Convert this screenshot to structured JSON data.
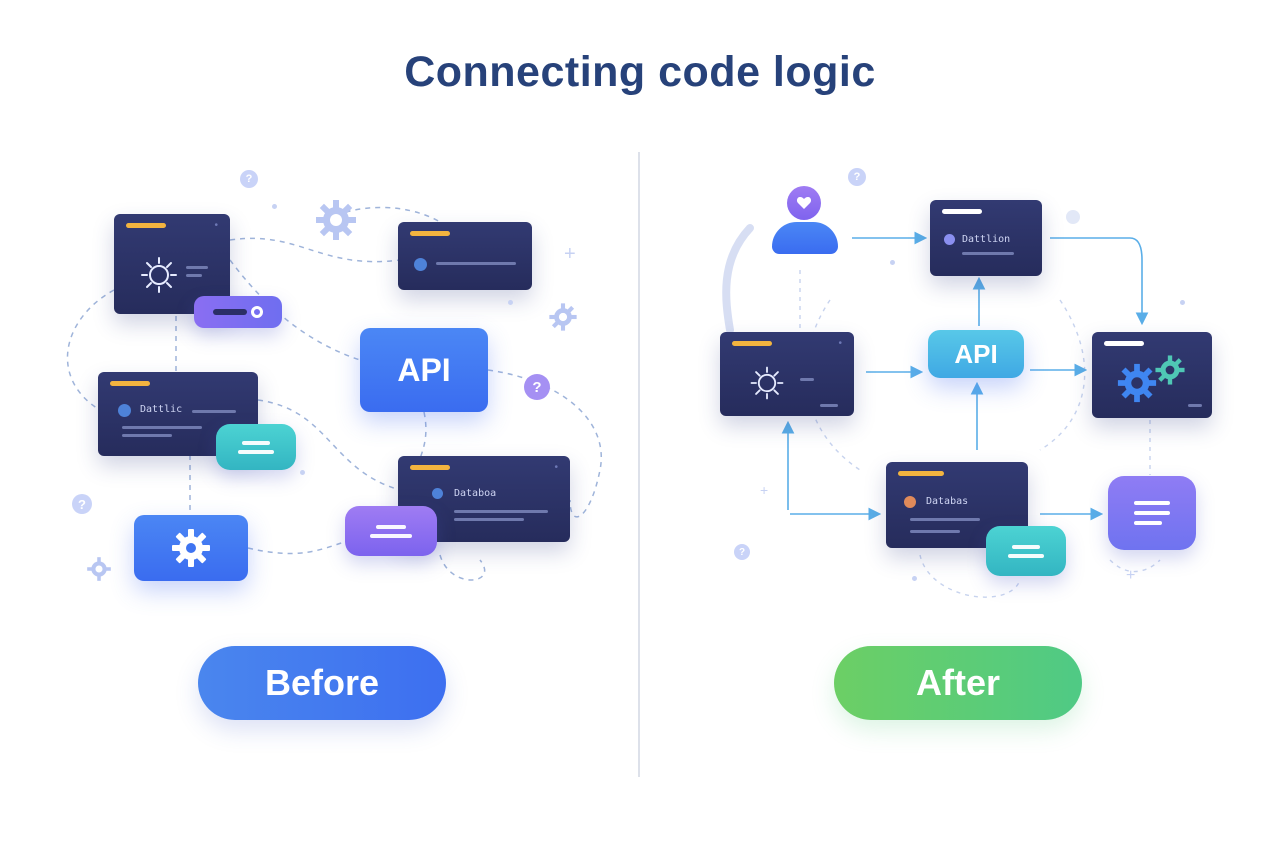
{
  "title": "Connecting code logic",
  "before": {
    "button_label": "Before",
    "api_label": "API",
    "card_left_label": "Dattlic",
    "card_db_label": "Databoa",
    "accent": "#3d6ff0"
  },
  "after": {
    "button_label": "After",
    "api_label": "API",
    "card_top_label": "Dattlion",
    "card_db_label": "Databas",
    "accent": "#4fca85"
  },
  "colors": {
    "title": "#27427a",
    "card": "#2c3366",
    "card_bar": "#f3b43f",
    "teal": "#3fc2c8",
    "purple": "#8b6cf0",
    "blue": "#3f7cf0",
    "connector": "#5aaee8"
  },
  "icons": [
    "gear-icon",
    "bug-icon",
    "question-icon",
    "user-icon",
    "list-icon",
    "heart-icon"
  ]
}
